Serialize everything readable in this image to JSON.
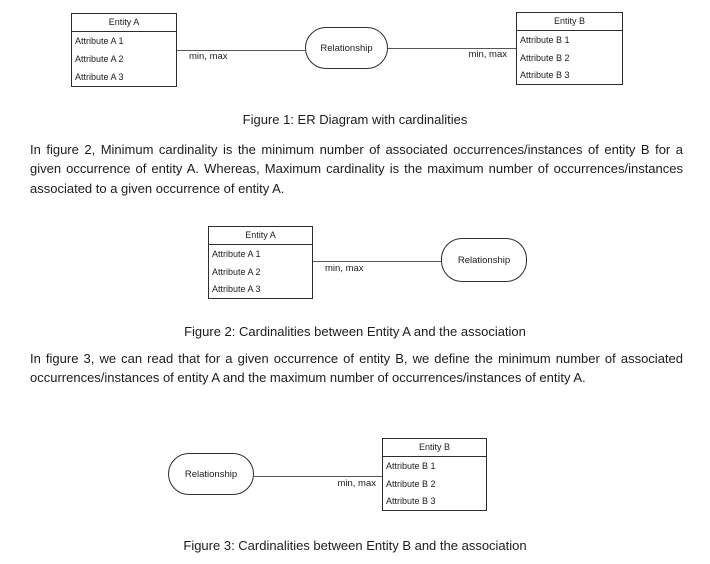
{
  "colors": {
    "background": "#ffffff",
    "text": "#1c1c1c",
    "box_border": "#2d2d2d",
    "connector": "#565656"
  },
  "figure1": {
    "entity_a": {
      "title": "Entity A",
      "attributes": [
        "Attribute A 1",
        "Attribute A 2",
        "Attribute A 3"
      ]
    },
    "entity_b": {
      "title": "Entity B",
      "attributes": [
        "Attribute B 1",
        "Attribute B 2",
        "Attribute B 3"
      ]
    },
    "relationship_label": "Relationship",
    "cardinality_left": "min, max",
    "cardinality_right": "min, max",
    "caption": "Figure 1: ER Diagram with cardinalities"
  },
  "paragraph1": "In figure 2, Minimum cardinality is the minimum number of associated occurrences/instances of entity B for a given occurrence of entity A. Whereas, Maximum cardinality is the maximum number of occurrences/instances associated to a given occurrence of entity A.",
  "figure2": {
    "entity_a": {
      "title": "Entity A",
      "attributes": [
        "Attribute A 1",
        "Attribute A 2",
        "Attribute A 3"
      ]
    },
    "relationship_label": "Relationship",
    "cardinality": "min, max",
    "caption": "Figure 2: Cardinalities between Entity A and the association"
  },
  "paragraph2": "In figure 3, we can read that for a given occurrence of entity B, we define the minimum number of associated occurrences/instances of entity A and the maximum number of occurrences/instances of entity A.",
  "figure3": {
    "entity_b": {
      "title": "Entity B",
      "attributes": [
        "Attribute B 1",
        "Attribute B 2",
        "Attribute B 3"
      ]
    },
    "relationship_label": "Relationship",
    "cardinality": "min, max",
    "caption": "Figure 3: Cardinalities between Entity B and the association"
  }
}
